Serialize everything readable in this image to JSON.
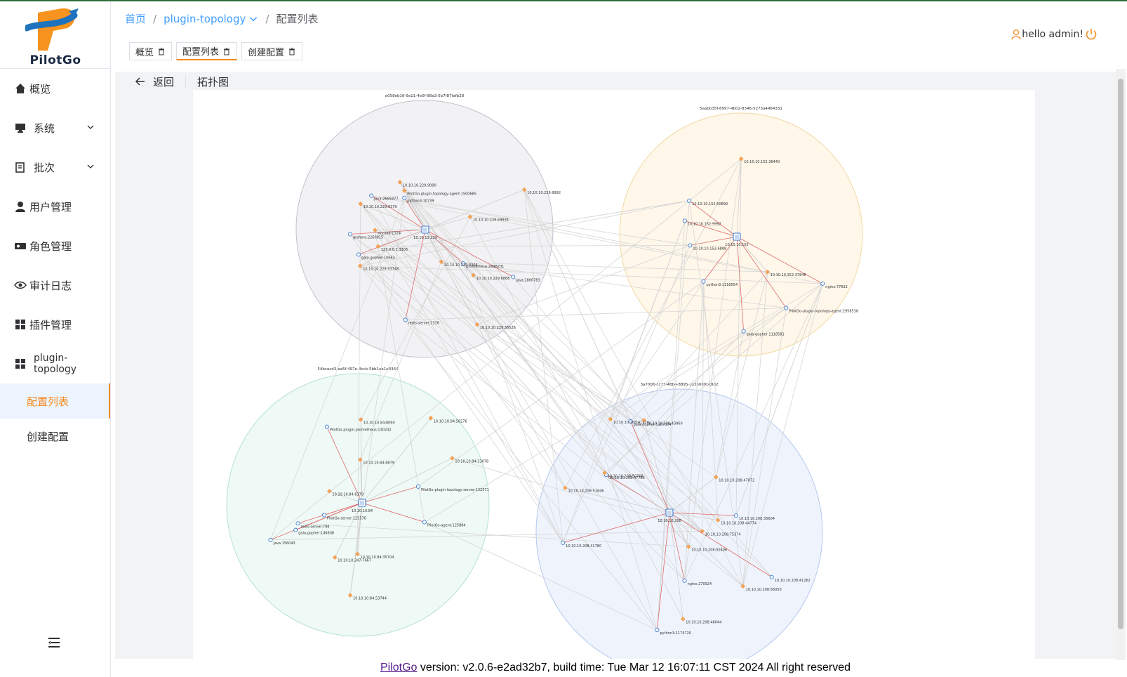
{
  "app": {
    "name": "PilotGo",
    "brand_color": "#f58a1f",
    "link_color": "#409eff"
  },
  "sidebar": {
    "items": [
      {
        "label": "概览",
        "icon": "home-icon"
      },
      {
        "label": "系统",
        "icon": "monitor-icon",
        "expandable": true
      },
      {
        "label": "批次",
        "icon": "batch-icon",
        "expandable": true
      },
      {
        "label": "用户管理",
        "icon": "user-icon"
      },
      {
        "label": "角色管理",
        "icon": "role-icon"
      },
      {
        "label": "审计日志",
        "icon": "eye-icon"
      },
      {
        "label": "插件管理",
        "icon": "grid-icon"
      },
      {
        "label": "plugin-topology",
        "icon": "grid-icon",
        "expanded": true
      }
    ],
    "submenu": [
      {
        "label": "配置列表",
        "active": true
      },
      {
        "label": "创建配置",
        "active": false
      }
    ]
  },
  "breadcrumb": {
    "home": "首页",
    "plugin": "plugin-topology",
    "current": "配置列表",
    "separator": "/"
  },
  "user": {
    "greeting": "hello admin!"
  },
  "tags": [
    {
      "label": "概览",
      "active": false
    },
    {
      "label": "配置列表",
      "active": true
    },
    {
      "label": "创建配置",
      "active": false
    }
  ],
  "page": {
    "back_label": "返回",
    "title": "拓扑图"
  },
  "topology": {
    "clusters": [
      {
        "id": "a058eb16-9a11-4e0f-98a3-5b7f87fafb28",
        "color": "#e9e9ec"
      },
      {
        "id": "5aabb35f-8997-4b02-8346-5273a4484331",
        "color": "#fdf2dc"
      },
      {
        "id": "54bcacd3-ea5f-497e-8ccb-5bb1aa1e0364",
        "color": "#e4f5ef"
      },
      {
        "id": "3a7006-cc71-48b4-8895-cd36089bc8d2",
        "color": "#e5ecfa"
      }
    ],
    "sample_labels": {
      "c1": [
        "10.10.10.229",
        "grafana:2260815",
        "prometheus:2698201",
        "gala-gopher:10663",
        "java:2806783",
        "java:2665877",
        "redis-server:1376",
        "python3:10739",
        "mysqld:1324",
        "PilotGo-plugin-topology-agent:1500685",
        "10.10.10.229:6379",
        "10.10.10.229:3306",
        "10.10.10.229:9992",
        "10.10.10.229:6888",
        "10.10.10.229:59934",
        "10.10.10.229:53748",
        "10.10.10.229:9090",
        "10.10.10.229:36526",
        "127.0.0.1:3306"
      ],
      "c2": [
        "10.10.10.152",
        "10.10.10.152:9992",
        "PilotGo-plugin-topology-agent:2958538",
        "python3:1118554",
        "nginx:77632",
        "gala-gopher:1118581",
        "10.10.10.152:6888",
        "10.10.10.152:50890",
        "10.10.10.152:36440",
        "10.10.10.152:37846"
      ],
      "c3": [
        "10.10.10.84",
        "PilotGo-server:125576",
        "PilotGo-agent:125884",
        "PilotGo-plugin-prometheus:130242",
        "PilotGo-plugin-topology-server:132571",
        "gala-gopher:146808",
        "java:156043",
        "redis-server:798",
        "10.10.10.84:35704",
        "10.10.10.84:8879",
        "10.10.10.84:53744",
        "10.10.10.84:58276",
        "10.10.10.84:33078",
        "10.10.10.84:8090",
        "10.10.10.84:6379",
        "10.10.10.247:7667"
      ],
      "c4": [
        "10.10.10.208",
        "nginx:270924",
        "gala-gopher:1187304",
        "python3:1174720",
        "10.10.10.208:35604",
        "10.10.10.208:47786",
        "10.10.10.208:41262",
        "10.10.10.208:41780",
        "10.10.10.208:50768",
        "10.10.10.208:56050",
        "10.10.10.208:47872",
        "10.10.10.208:44774",
        "10.10.10.208:43860",
        "10.10.10.208:41174",
        "10.10.10.208:48044",
        "10.10.10.208:50406",
        "10.10.10.208:75374",
        "10.10.10.208:51846"
      ]
    }
  },
  "footer": {
    "link": "PilotGo",
    "text": " version: v2.0.6-e2ad32b7, build time: Tue Mar 12 16:07:11 CST 2024 All right reserved"
  }
}
